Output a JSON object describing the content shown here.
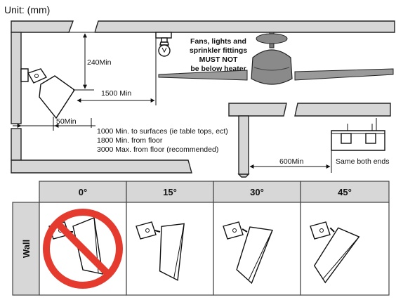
{
  "unit_label": "Unit: (mm)",
  "dimensions": {
    "ceiling_clearance": "240Min",
    "fan_clearance": "1500 Min",
    "wall_clearance": "50Min",
    "end_clearance": "600Min"
  },
  "height_notes": [
    "1000 Min. to surfaces (ie table tops, ect)",
    "1800 Min. from floor",
    "3000 Max. from floor (recommended)"
  ],
  "warning_lines": [
    "Fans, lights and",
    "sprinkler fittings",
    "MUST NOT",
    "be below heater"
  ],
  "same_both_ends": "Same both ends",
  "angle_table": {
    "row_label": "Wall",
    "headers": [
      "0°",
      "15°",
      "30°",
      "45°"
    ],
    "angles_deg": [
      0,
      15,
      30,
      45
    ],
    "prohibited_angle_deg": 0,
    "prohibited_color": "#e53b2f"
  }
}
